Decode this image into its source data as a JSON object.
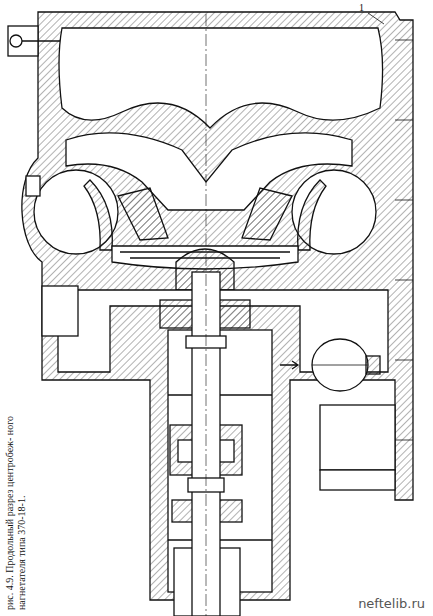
{
  "diagram": {
    "caption": "рис. 4.9. Продольный разрез центробеж- ного нагнетателя типа 370-18-1.",
    "labels": [
      "1",
      "neftelib.ru"
    ]
  }
}
